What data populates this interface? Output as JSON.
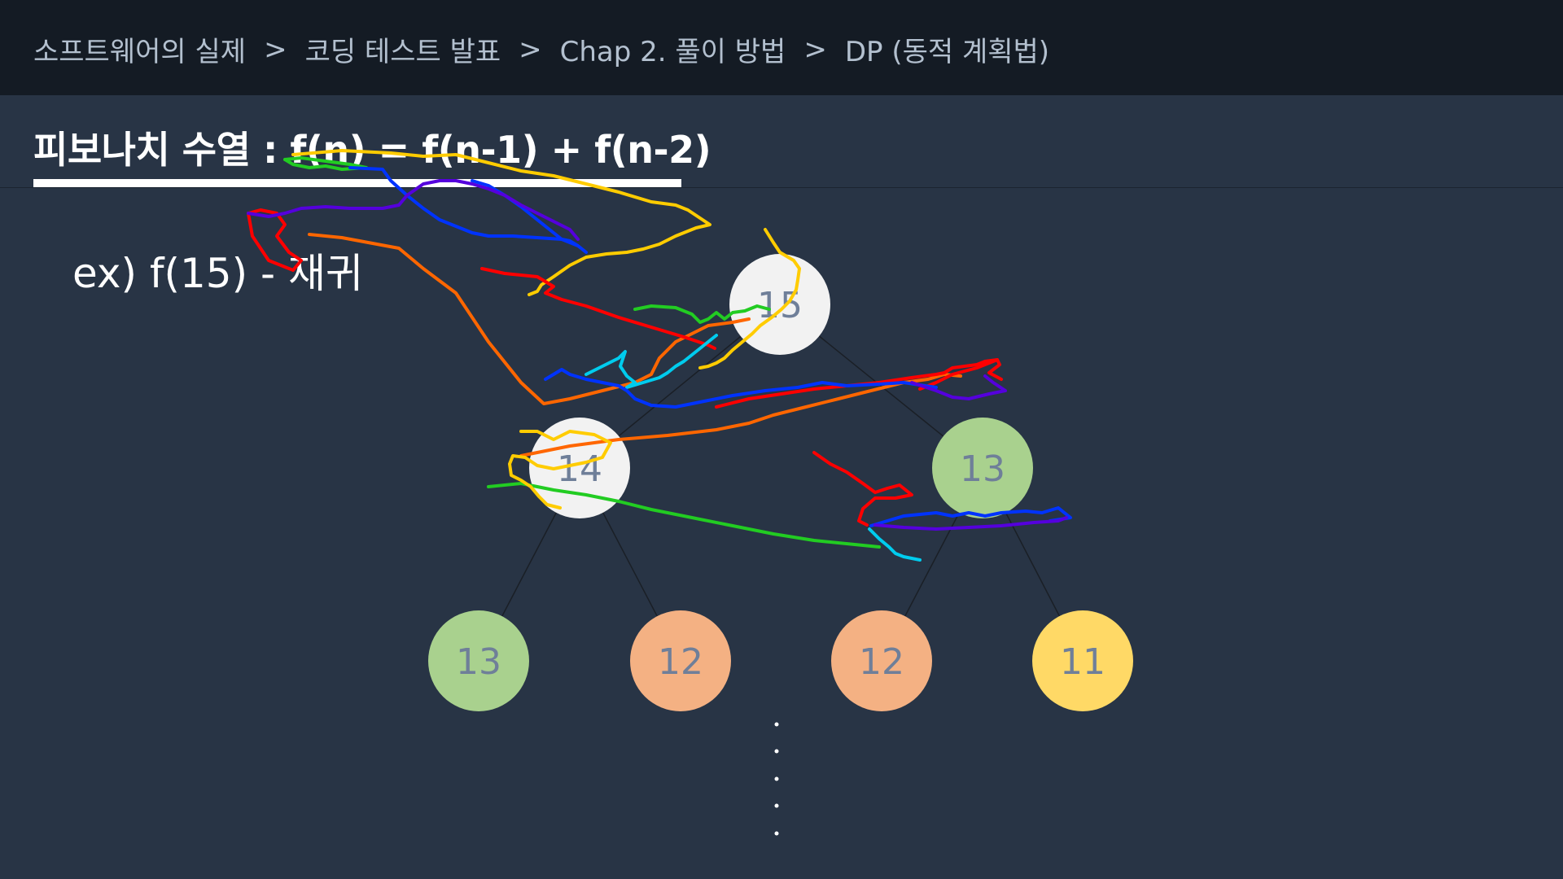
{
  "breadcrumb": {
    "items": [
      "소프트웨어의 실제",
      "코딩 테스트 발표",
      "Chap 2. 풀이 방법",
      "DP (동적 계획법)"
    ],
    "separator": ">"
  },
  "slide": {
    "title": "피보나치 수열 : f(n) = f(n-1) + f(n-2)",
    "example": "ex) f(15) - 재귀"
  },
  "tree": {
    "nodes": [
      {
        "id": "n15",
        "label": "15",
        "color": "#f2f2f2"
      },
      {
        "id": "n14",
        "label": "14",
        "color": "#f2f2f2"
      },
      {
        "id": "n13a",
        "label": "13",
        "color": "#a9d18e"
      },
      {
        "id": "n13b",
        "label": "13",
        "color": "#a9d18e"
      },
      {
        "id": "n12a",
        "label": "12",
        "color": "#f4b183"
      },
      {
        "id": "n12b",
        "label": "12",
        "color": "#f4b183"
      },
      {
        "id": "n11",
        "label": "11",
        "color": "#ffd966"
      }
    ],
    "continuation_dots": 5
  },
  "colors": {
    "background": "#283445",
    "topbar": "#141b24",
    "breadcrumb_text": "#b3c0cf",
    "node_text": "#6f7f99",
    "edge": "#1a1f26"
  },
  "annotation_strokes": {
    "colors": [
      "#ff0000",
      "#ff6600",
      "#ffcc00",
      "#ccee00",
      "#22cc22",
      "#00ccee",
      "#0033ff",
      "#5500dd"
    ]
  }
}
